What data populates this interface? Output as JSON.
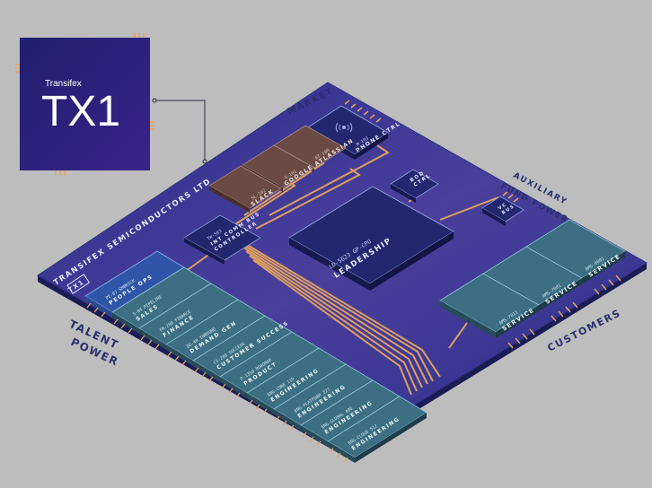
{
  "logo": {
    "brand": "Transifex",
    "product": "TX1"
  },
  "board": {
    "title": "TRANSIFEX SEMICONDUCTORS LTD",
    "corner_tag": "TX1"
  },
  "edge_labels": {
    "market": "MARKET",
    "auxiliary_line1": "AUXILIARY",
    "auxiliary_line2": "FUND POWER",
    "talent_line1": "TALENT",
    "talent_line2": "POWER",
    "customers": "CUSTOMERS"
  },
  "colors": {
    "background": "#bdbdbd",
    "board": "#2b2e8c",
    "chip_dark": "#23276f",
    "chip_brown": "#6b4a44",
    "module_teal": "#3d6f84",
    "trace": "#e8a55c",
    "logo_bg": "#2b1f7a"
  },
  "chips": {
    "market_top": {
      "code": "M-103",
      "label": "PHONE CTRL",
      "icon": "radio-waves-icon"
    },
    "slack": {
      "code": "SL-102",
      "label": "SLACK"
    },
    "google": {
      "code": "G-101",
      "label": "GOOGLE"
    },
    "atlassian": {
      "code": "AT-100",
      "label": "ATLASSIAN"
    },
    "bod": {
      "label_line1": "BOD",
      "label_line2": "CTRL"
    },
    "vc": {
      "label_line1": "VC",
      "label_line2": "BUS"
    },
    "bus": {
      "code": "TW-503",
      "label_line1": "INT COMM BUS",
      "label_line2": "CONTROLLER"
    },
    "leadership": {
      "code": "LD-5623 GP-CPU",
      "label": "LEADERSHIP"
    }
  },
  "modules": [
    {
      "code": "PE-07 SMBRICK",
      "label": "PEOPLE OPS"
    },
    {
      "code": "S-04 PIPELINE",
      "label": "SALES"
    },
    {
      "code": "FN-200 FINANCE",
      "label": "FINANCE"
    },
    {
      "code": "DG-40 INBOUND",
      "label": "DEMAND GEN"
    },
    {
      "code": "CS-200 SUCCESS",
      "label": "CUSTOMER SUCCESS"
    },
    {
      "code": "P-1350 ROADMAP",
      "label": "PRODUCT"
    },
    {
      "code": "ENG-CORE 119",
      "label": "ENGINEERING"
    },
    {
      "code": "ENG-PLATFORM 227",
      "label": "ENGINEERING"
    },
    {
      "code": "ENG-GLOBAL 406",
      "label": "ENGINEERING"
    },
    {
      "code": "ENG-CLOUD 512",
      "label": "ENGINEERING"
    }
  ],
  "service_modules": [
    {
      "code": "AMS-7011",
      "label": "SERVICE"
    },
    {
      "code": "AMS-7001",
      "label": "SERVICE"
    },
    {
      "code": "AMS-6001",
      "label": "SERVICE"
    }
  ]
}
